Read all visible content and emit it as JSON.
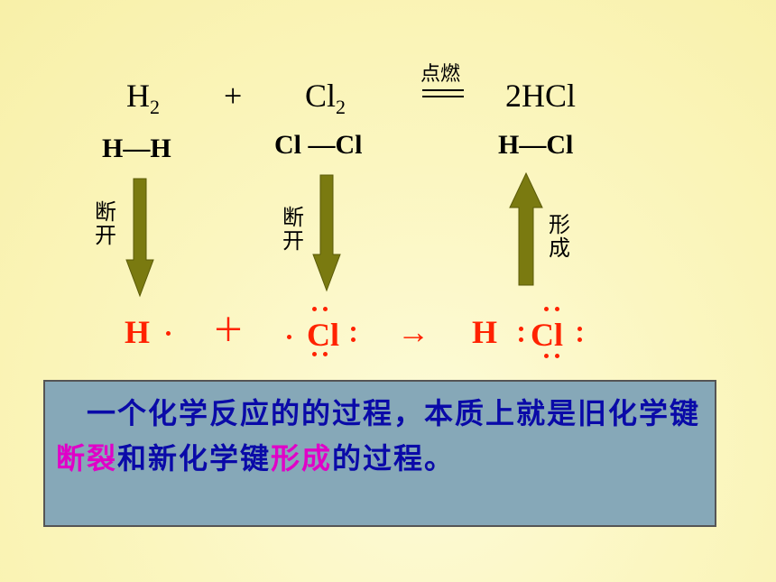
{
  "equation": {
    "reactant1": "H",
    "reactant1_sub": "2",
    "plus": "+",
    "reactant2": "Cl",
    "reactant2_sub": "2",
    "condition": "点燃",
    "product": "2HCl"
  },
  "structures": {
    "h2": "H—H",
    "cl2": "Cl —Cl",
    "hcl": "H—Cl"
  },
  "arrows": {
    "left_label": "断开",
    "middle_label": "断开",
    "right_label": "形成",
    "color": "#7a7a10"
  },
  "electron_formula": {
    "h_atom": "H",
    "plus": "＋",
    "cl_atom": "Cl",
    "arrow": "→",
    "product_h": "H",
    "product_cl": "Cl",
    "color": "#ff2200"
  },
  "summary": {
    "part1": "一个化学反应的的过程，本质上就是旧化学键",
    "highlight1": "断裂",
    "part2": "和新化学键",
    "highlight2": "形成",
    "part3": "的过程。",
    "text_color": "#0a0aa8",
    "highlight_color": "#e000c8",
    "background": "#86a8b8"
  }
}
